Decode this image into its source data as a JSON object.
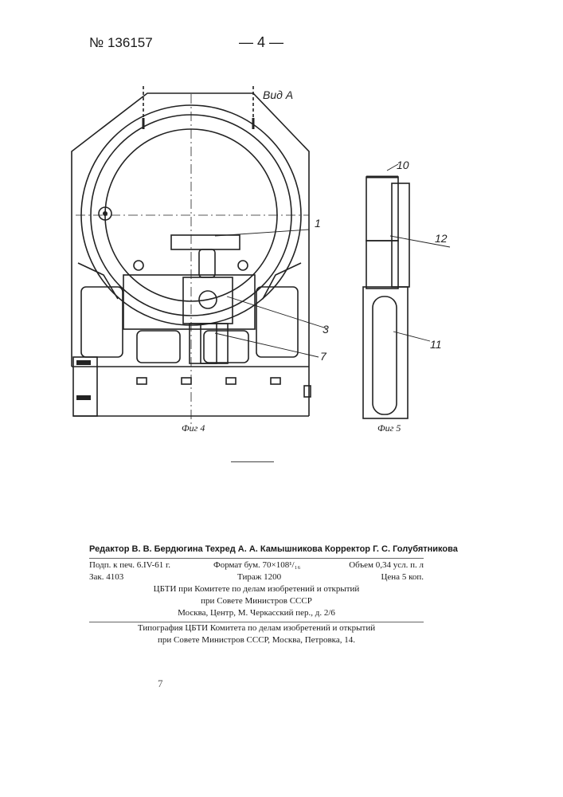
{
  "header": {
    "patent_number": "№ 136157",
    "page_number": "— 4 —"
  },
  "figure4": {
    "view_label": "Вид А",
    "callouts": [
      "1",
      "3",
      "7"
    ],
    "caption": "Фиг 4"
  },
  "figure5": {
    "callouts": [
      "10",
      "12",
      "11"
    ],
    "caption": "Фиг 5"
  },
  "colophon": {
    "staff": "Редактор В. В. Бердюгина Техред А. А. Камышникова Корректор Г. С. Голубятникова",
    "signed": "Подп. к печ. 6.IV-61 г.",
    "format": "Формат бум. 70×108¹/₁₆",
    "volume": "Объем 0,34 усл. п. л",
    "order": "Зак. 4103",
    "print_run": "Тираж 1200",
    "price": "Цена 5 коп.",
    "publisher_line1": "ЦБТИ при Комитете по делам изобретений и открытий",
    "publisher_line2": "при Совете Министров СССР",
    "publisher_line3": "Москва, Центр, М. Черкасский пер., д. 2/6",
    "printer_line1": "Типография ЦБТИ Комитета по делам изобретений и открытий",
    "printer_line2": "при Совете Министров СССР, Москва, Петровка, 14."
  },
  "footer": {
    "mark": "7"
  }
}
